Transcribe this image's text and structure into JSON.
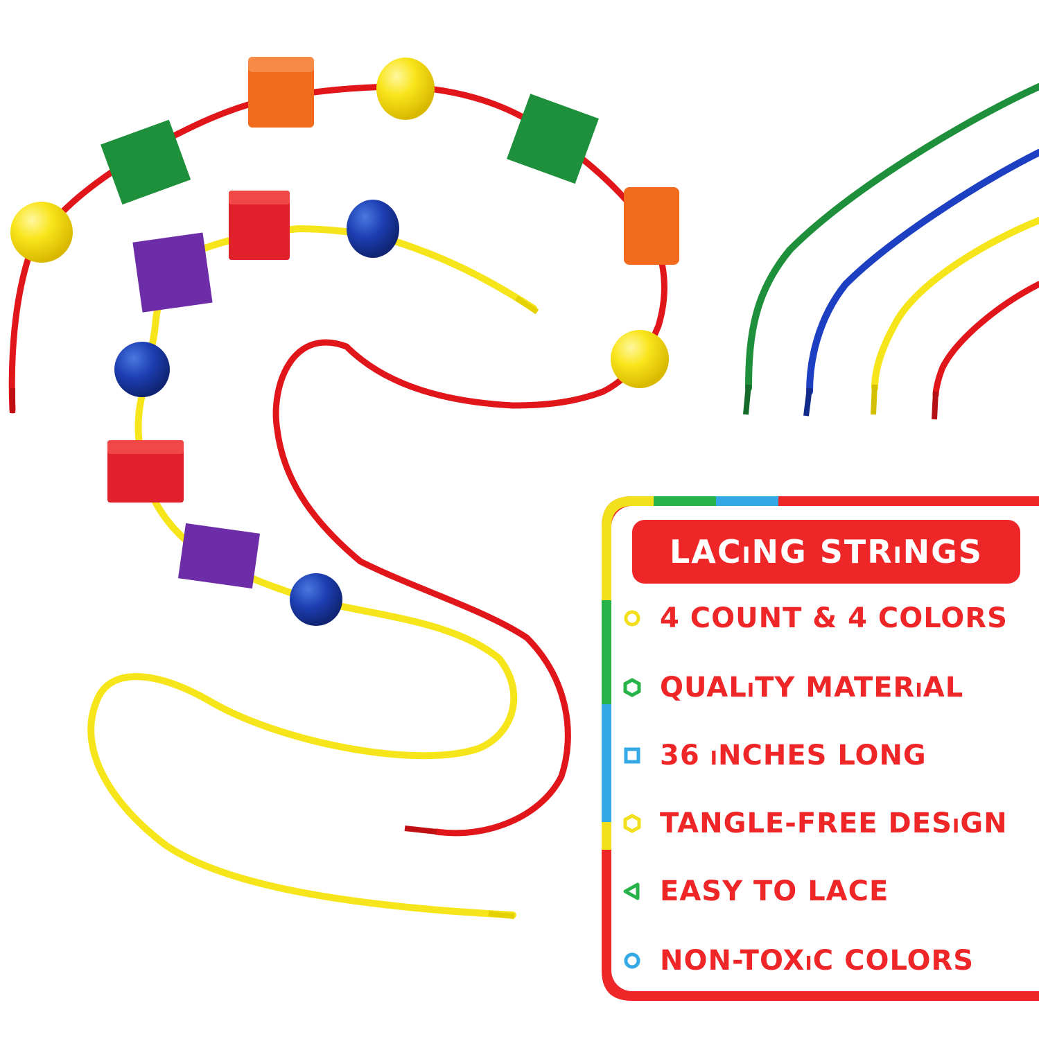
{
  "panel": {
    "title": "LACiNG STRiNGS",
    "features": [
      {
        "label": "4 COUNT & 4 COLORS",
        "icon": "circle-icon",
        "color": "#f2e01c"
      },
      {
        "label": "QUALiTY MATERiAL",
        "icon": "hexagon-icon",
        "color": "#28b34a"
      },
      {
        "label": "36 iNCHES LONG",
        "icon": "square-icon",
        "color": "#35a9e6"
      },
      {
        "label": "TANGLE-FREE DESiGN",
        "icon": "hexagon-icon",
        "color": "#f2e01c"
      },
      {
        "label": "EASY TO LACE",
        "icon": "triangle-icon",
        "color": "#28b34a"
      },
      {
        "label": "NON-TOXiC COLORS",
        "icon": "circle-icon",
        "color": "#35a9e6"
      }
    ]
  },
  "colors": {
    "red": "#ee2628",
    "yellow": "#f5e51a",
    "green": "#1e8f3a",
    "blue": "#1d3fc2",
    "orange": "#f26b1d",
    "purple": "#6d2da8",
    "navy": "#1d3b9c"
  }
}
